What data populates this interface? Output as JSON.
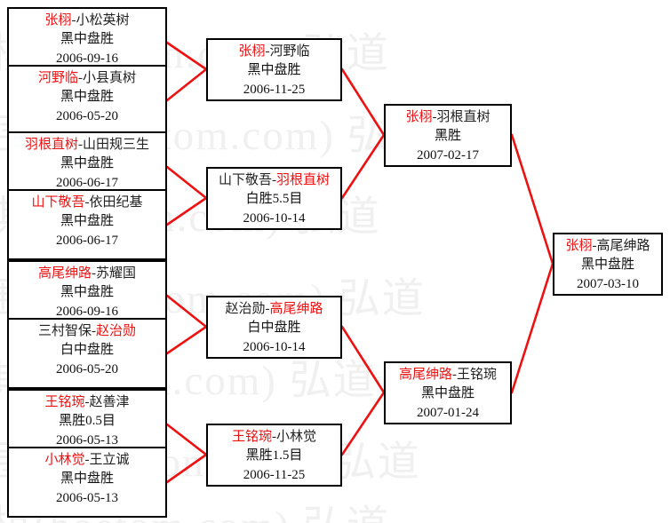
{
  "watermark": {
    "text": "围棋(hoetom.com) 弘道",
    "color": "#f1f0f1"
  },
  "colors": {
    "winner": "#ee1111",
    "loser": "#222222",
    "box_border": "#000000",
    "connector": "#ee1111",
    "background": "#ffffff"
  },
  "bracket": {
    "round1": [
      {
        "winner": "张栩",
        "loser": "小松英树",
        "result": "黑中盘胜",
        "date": "2006-09-16",
        "winner_side": "left"
      },
      {
        "winner": "河野临",
        "loser": "小县真树",
        "result": "黑中盘胜",
        "date": "2006-05-20",
        "winner_side": "left"
      },
      {
        "winner": "羽根直树",
        "loser": "山田规三生",
        "result": "黑中盘胜",
        "date": "2006-06-17",
        "winner_side": "left"
      },
      {
        "winner": "山下敬吾",
        "loser": "依田纪基",
        "result": "黑中盘胜",
        "date": "2006-06-17",
        "winner_side": "left"
      },
      {
        "winner": "高尾绅路",
        "loser": "苏耀国",
        "result": "黑中盘胜",
        "date": "2006-09-16",
        "winner_side": "left"
      },
      {
        "winner": "赵治勋",
        "loser": "三村智保",
        "result": "白中盘胜",
        "date": "2006-05-20",
        "winner_side": "right"
      },
      {
        "winner": "王铭琬",
        "loser": "赵善津",
        "result": "黑胜0.5目",
        "date": "2006-05-13",
        "winner_side": "left"
      },
      {
        "winner": "小林觉",
        "loser": "王立诚",
        "result": "黑中盘胜",
        "date": "2006-05-13",
        "winner_side": "left"
      }
    ],
    "round2": [
      {
        "winner": "张栩",
        "loser": "河野临",
        "result": "黑中盘胜",
        "date": "2006-11-25",
        "winner_side": "left"
      },
      {
        "winner": "羽根直树",
        "loser": "山下敬吾",
        "result": "白胜5.5目",
        "date": "2006-10-14",
        "winner_side": "right"
      },
      {
        "winner": "高尾绅路",
        "loser": "赵治勋",
        "result": "白中盘胜",
        "date": "2006-10-14",
        "winner_side": "right"
      },
      {
        "winner": "王铭琬",
        "loser": "小林觉",
        "result": "黑胜1.5目",
        "date": "2006-11-25",
        "winner_side": "left"
      }
    ],
    "round3": [
      {
        "winner": "张栩",
        "loser": "羽根直树",
        "result": "黑胜",
        "date": "2007-02-17",
        "winner_side": "left"
      },
      {
        "winner": "高尾绅路",
        "loser": "王铭琬",
        "result": "黑中盘胜",
        "date": "2007-01-24",
        "winner_side": "left"
      }
    ],
    "final": [
      {
        "winner": "张栩",
        "loser": "高尾绅路",
        "result": "黑中盘胜",
        "date": "2007-03-10",
        "winner_side": "left"
      }
    ]
  }
}
